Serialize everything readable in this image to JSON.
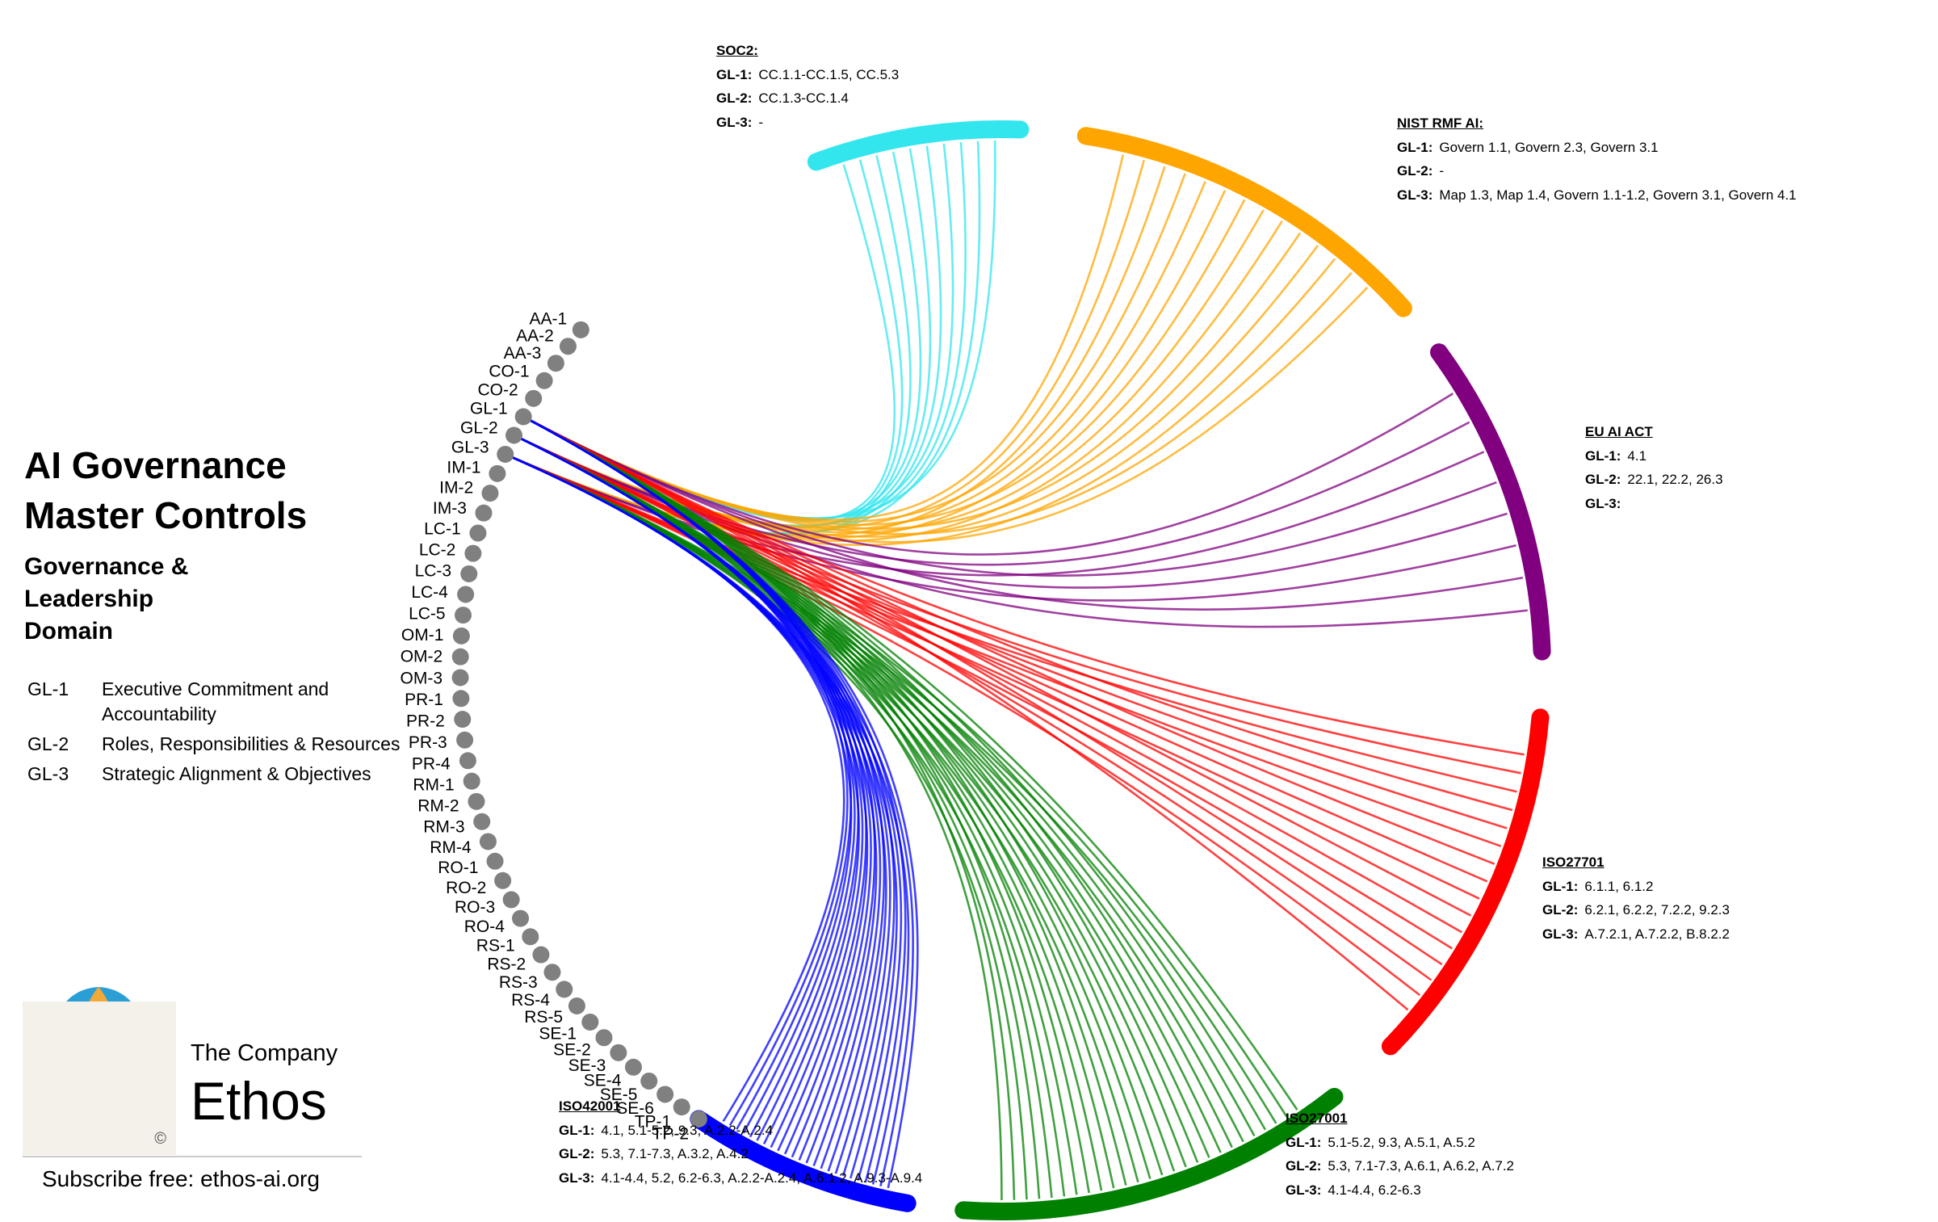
{
  "title_lines": [
    "AI Governance",
    "Master Controls"
  ],
  "subtitle_lines": [
    "Governance &",
    "Leadership",
    "Domain"
  ],
  "legend": [
    {
      "code": "GL-1",
      "desc": "Executive Commitment and Accountability"
    },
    {
      "code": "GL-2",
      "desc": "Roles, Responsibilities & Resources"
    },
    {
      "code": "GL-3",
      "desc": "Strategic Alignment & Objectives"
    }
  ],
  "brand": {
    "company": "The Company",
    "name": "Ethos",
    "copyright": "©",
    "subscribe": "Subscribe free: ethos-ai.org"
  },
  "node_labels": [
    "AA-1",
    "AA-2",
    "AA-3",
    "CO-1",
    "CO-2",
    "GL-1",
    "GL-2",
    "GL-3",
    "IM-1",
    "IM-2",
    "IM-3",
    "LC-1",
    "LC-2",
    "LC-3",
    "LC-4",
    "LC-5",
    "OM-1",
    "OM-2",
    "OM-3",
    "PR-1",
    "PR-2",
    "PR-3",
    "PR-4",
    "RM-1",
    "RM-2",
    "RM-3",
    "RM-4",
    "RO-1",
    "RO-2",
    "RO-3",
    "RO-4",
    "RS-1",
    "RS-2",
    "RS-3",
    "RS-4",
    "RS-5",
    "SE-1",
    "SE-2",
    "SE-3",
    "SE-4",
    "SE-5",
    "SE-6",
    "TP-1",
    "TP-2"
  ],
  "node_color": "#808080",
  "frameworks": [
    {
      "id": "soc2",
      "name": "SOC2:",
      "color": "#33e6ee",
      "rows": [
        {
          "key": "GL-1:",
          "val": "CC.1.1-CC.1.5,  CC.5.3"
        },
        {
          "key": "GL-2:",
          "val": "CC.1.3-CC.1.4"
        },
        {
          "key": "GL-3:",
          "val": "-"
        }
      ]
    },
    {
      "id": "nist",
      "name": "NIST RMF AI:",
      "color": "#ffa500",
      "rows": [
        {
          "key": "GL-1:",
          "val": "Govern 1.1,  Govern 2.3, Govern 3.1"
        },
        {
          "key": "GL-2:",
          "val": "-"
        },
        {
          "key": "GL-3:",
          "val": "Map 1.3,  Map 1.4,  Govern 1.1-1.2,  Govern 3.1,  Govern 4.1"
        }
      ]
    },
    {
      "id": "euai",
      "name": "EU AI ACT",
      "color": "#800080",
      "rows": [
        {
          "key": "GL-1:",
          "val": "4.1"
        },
        {
          "key": "GL-2:",
          "val": "22.1,  22.2,  26.3"
        },
        {
          "key": "GL-3:",
          "val": ""
        }
      ]
    },
    {
      "id": "iso27701",
      "name": "ISO27701",
      "color": "#ff0000",
      "rows": [
        {
          "key": "GL-1:",
          "val": "6.1.1, 6.1.2"
        },
        {
          "key": "GL-2:",
          "val": "6.2.1,  6.2.2,  7.2.2,  9.2.3"
        },
        {
          "key": "GL-3:",
          "val": "A.7.2.1,  A.7.2.2,  B.8.2.2"
        }
      ]
    },
    {
      "id": "iso27001",
      "name": "ISO27001",
      "color": "#008000",
      "rows": [
        {
          "key": "GL-1:",
          "val": "5.1-5.2,  9.3, A.5.1,  A.5.2"
        },
        {
          "key": "GL-2:",
          "val": "5.3,  7.1-7.3,  A.6.1,  A.6.2,  A.7.2"
        },
        {
          "key": "GL-3:",
          "val": "4.1-4.4,  6.2-6.3"
        }
      ]
    },
    {
      "id": "iso42001",
      "name": "ISO42001",
      "color": "#0000ff",
      "rows": [
        {
          "key": "GL-1:",
          "val": "4.1,  5.1-5.2,  9.3,  A.2.2-A.2.4"
        },
        {
          "key": "GL-2:",
          "val": "5.3,  7.1-7.3,  A.3.2,  A.4.2"
        },
        {
          "key": "GL-3:",
          "val": "4.1-4.4,  5.2,  6.2-6.3,  A.2.2-A.2.4,  A.6.1.2,  A.9.3-A.9.4"
        }
      ]
    }
  ]
}
